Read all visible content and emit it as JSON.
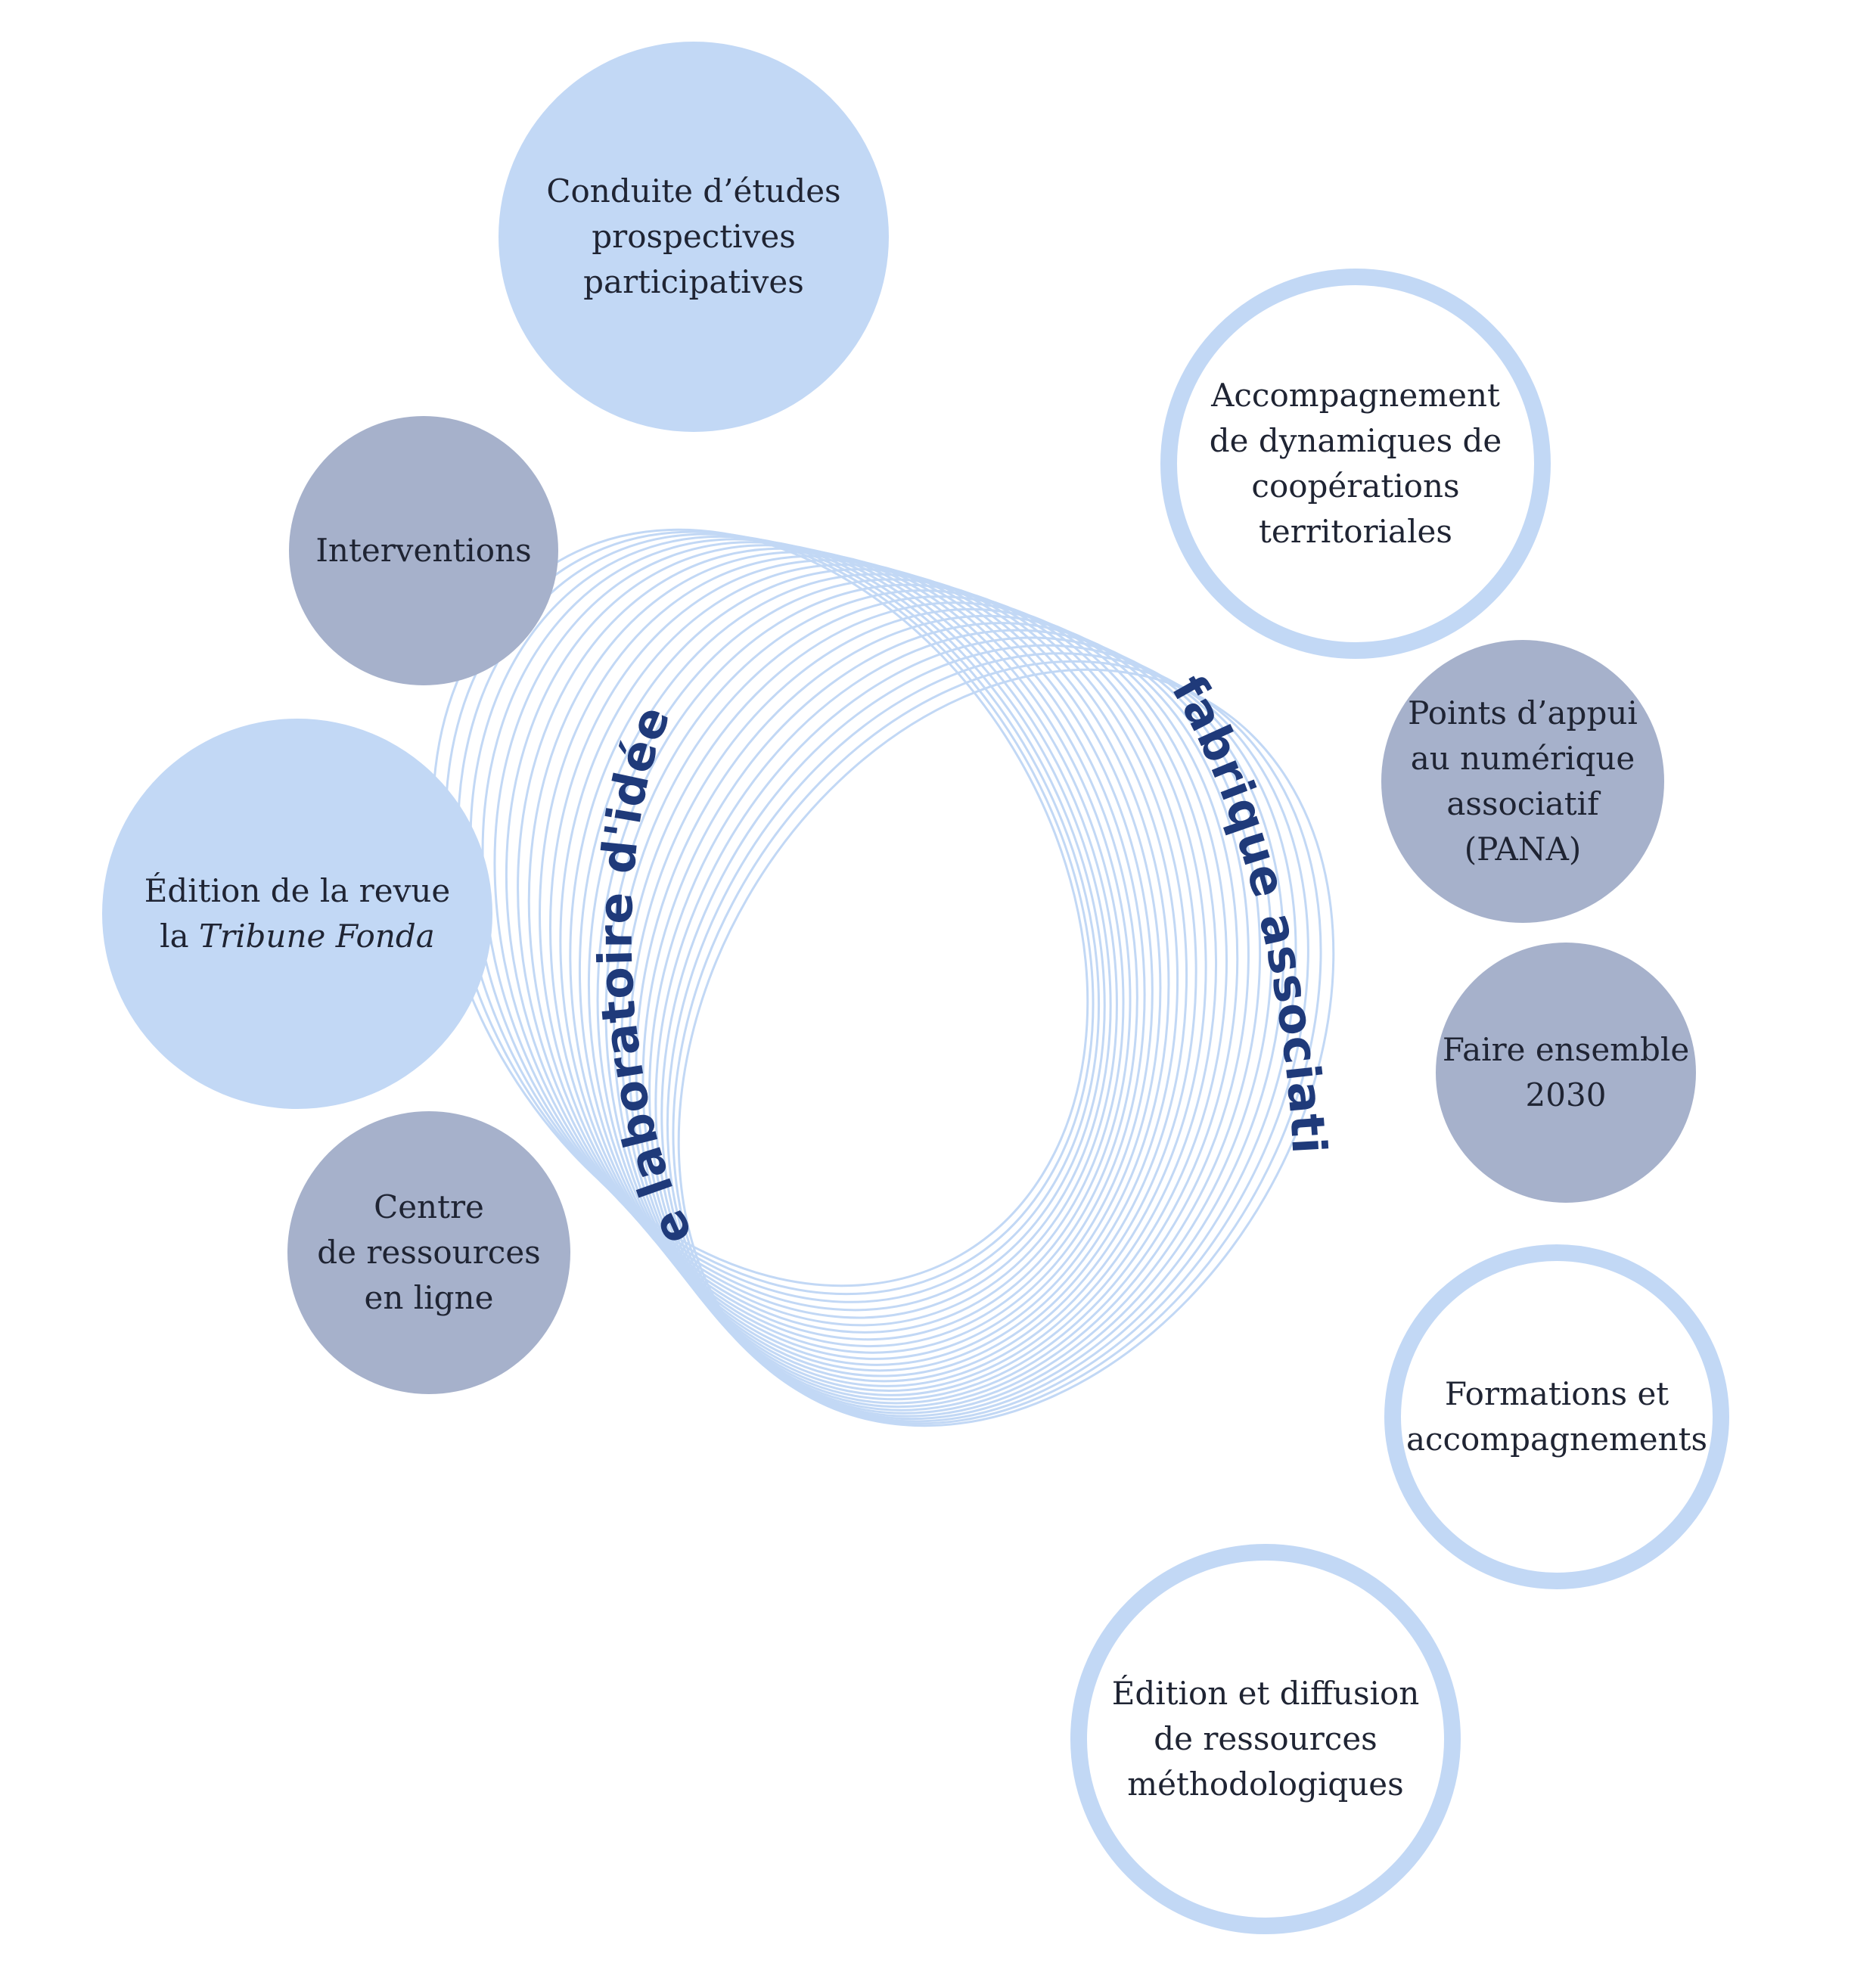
{
  "colors": {
    "light_blue": "#c2d8f5",
    "slate": "#a6b1cb",
    "ring_stroke": "#c2d8f5",
    "label_blue": "#1f3a7a",
    "text": "#1f2433"
  },
  "arc_labels": {
    "left": "Le laboratoire d'idées",
    "right": "La fabrique associative"
  },
  "nodes": [
    {
      "id": "conduite",
      "style": "filled-light",
      "lines": [
        "Conduite d’études",
        "prospectives",
        "participatives"
      ]
    },
    {
      "id": "interventions",
      "style": "filled-slate",
      "lines": [
        "Interventions"
      ]
    },
    {
      "id": "tribune",
      "style": "filled-light",
      "lines": [
        "Édition de la revue",
        "la Tribune Fonda"
      ],
      "italic_part": "Tribune Fonda"
    },
    {
      "id": "centre",
      "style": "filled-slate",
      "lines": [
        "Centre",
        "de ressources",
        "en ligne"
      ]
    },
    {
      "id": "accompagnement",
      "style": "outline",
      "lines": [
        "Accompagnement",
        "de dynamiques de",
        "coopérations",
        "territoriales"
      ]
    },
    {
      "id": "pana",
      "style": "filled-slate",
      "lines": [
        "Points d’appui",
        "au numérique",
        "associatif",
        "(PANA)"
      ]
    },
    {
      "id": "faire",
      "style": "filled-slate",
      "lines": [
        "Faire ensemble",
        "2030"
      ]
    },
    {
      "id": "formations",
      "style": "outline",
      "lines": [
        "Formations et",
        "accompagnements"
      ]
    },
    {
      "id": "edition-diffusion",
      "style": "outline",
      "lines": [
        "Édition et diffusion",
        "de ressources",
        "méthodologiques"
      ]
    }
  ]
}
